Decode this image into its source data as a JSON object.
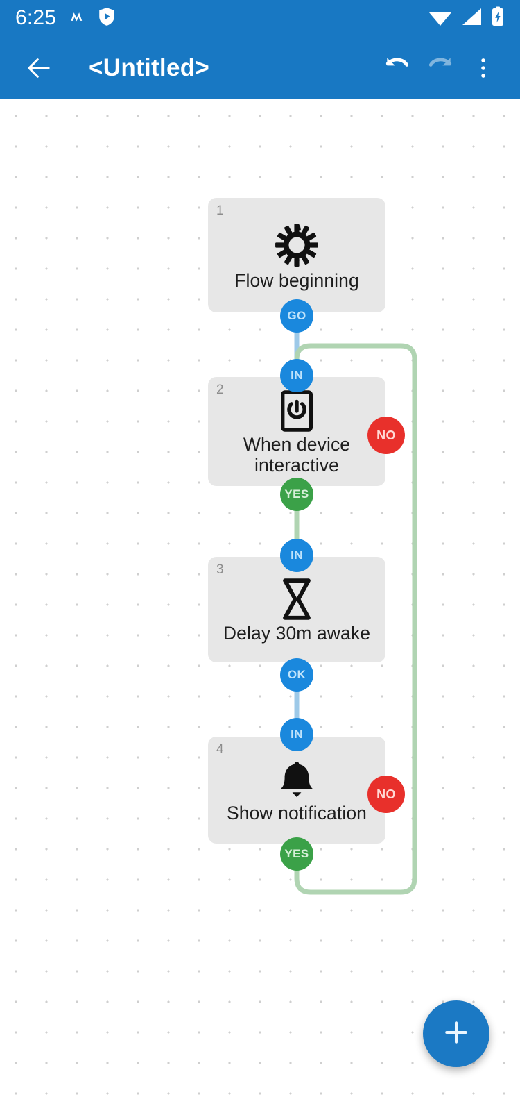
{
  "status_bar": {
    "time": "6:25",
    "icons_left": [
      "m-app-icon",
      "shield-play-icon"
    ],
    "icons_right": [
      "wifi-icon",
      "cellular-signal-icon",
      "battery-charging-icon"
    ],
    "background_color": "#1878c3"
  },
  "app_bar": {
    "back_label": "back-arrow",
    "title": "<Untitled>",
    "undo_label": "undo-icon",
    "redo_label": "redo-icon",
    "overflow_label": "more-options-icon",
    "redo_disabled": true,
    "background_color": "#1878c3"
  },
  "canvas": {
    "background_color": "#ffffff",
    "dot_color": "#cfcfcf",
    "node_color": "#e7e7e7",
    "wire_blue": "#9dc9e8",
    "wire_green": "#b0d4b2"
  },
  "nodes": [
    {
      "number": "1",
      "label": "Flow beginning",
      "icon": "gear-icon",
      "ports": [
        {
          "label": "GO",
          "type": "go",
          "color": "#1a88dd"
        }
      ]
    },
    {
      "number": "2",
      "label": "When device interactive",
      "icon": "device-power-icon",
      "ports": [
        {
          "label": "IN",
          "type": "in",
          "color": "#1a88dd"
        },
        {
          "label": "NO",
          "type": "no",
          "color": "#e8302b"
        },
        {
          "label": "YES",
          "type": "yes",
          "color": "#3ba148"
        }
      ]
    },
    {
      "number": "3",
      "label": "Delay 30m awake",
      "icon": "hourglass-icon",
      "ports": [
        {
          "label": "IN",
          "type": "in",
          "color": "#1a88dd"
        },
        {
          "label": "OK",
          "type": "ok",
          "color": "#1a88dd"
        }
      ]
    },
    {
      "number": "4",
      "label": "Show notification",
      "icon": "bell-icon",
      "ports": [
        {
          "label": "IN",
          "type": "in",
          "color": "#1a88dd"
        },
        {
          "label": "NO",
          "type": "no",
          "color": "#e8302b"
        },
        {
          "label": "YES",
          "type": "yes",
          "color": "#3ba148"
        }
      ]
    }
  ],
  "fab": {
    "label": "add-icon",
    "color": "#1b79c4"
  }
}
